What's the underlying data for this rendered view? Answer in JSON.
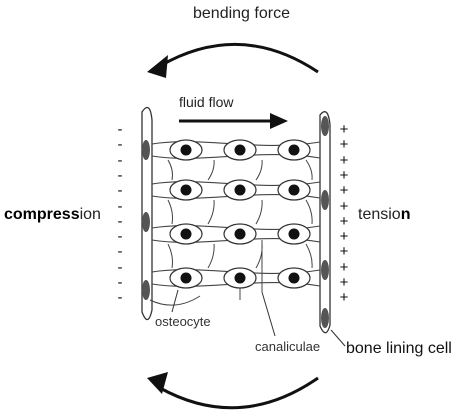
{
  "labels": {
    "top_force": "bending force",
    "fluid_flow": "fluid flow",
    "compression_bold": "compress",
    "compression_rest": "ion",
    "tension_rest": "tensio",
    "tension_bold": "n",
    "osteocyte": "osteocyte",
    "canaliculae": "canaliculae",
    "bone_lining_cell": "bone lining cell"
  },
  "left_signs": [
    "-",
    "-",
    "-",
    "-",
    "-",
    "-",
    "-",
    "-",
    "-",
    "-",
    "-",
    "-"
  ],
  "right_signs": [
    "+",
    "+",
    "+",
    "+",
    "+",
    "+",
    "+",
    "+",
    "+",
    "+",
    "+",
    "+"
  ],
  "rows": 4,
  "cells_per_row": 3
}
